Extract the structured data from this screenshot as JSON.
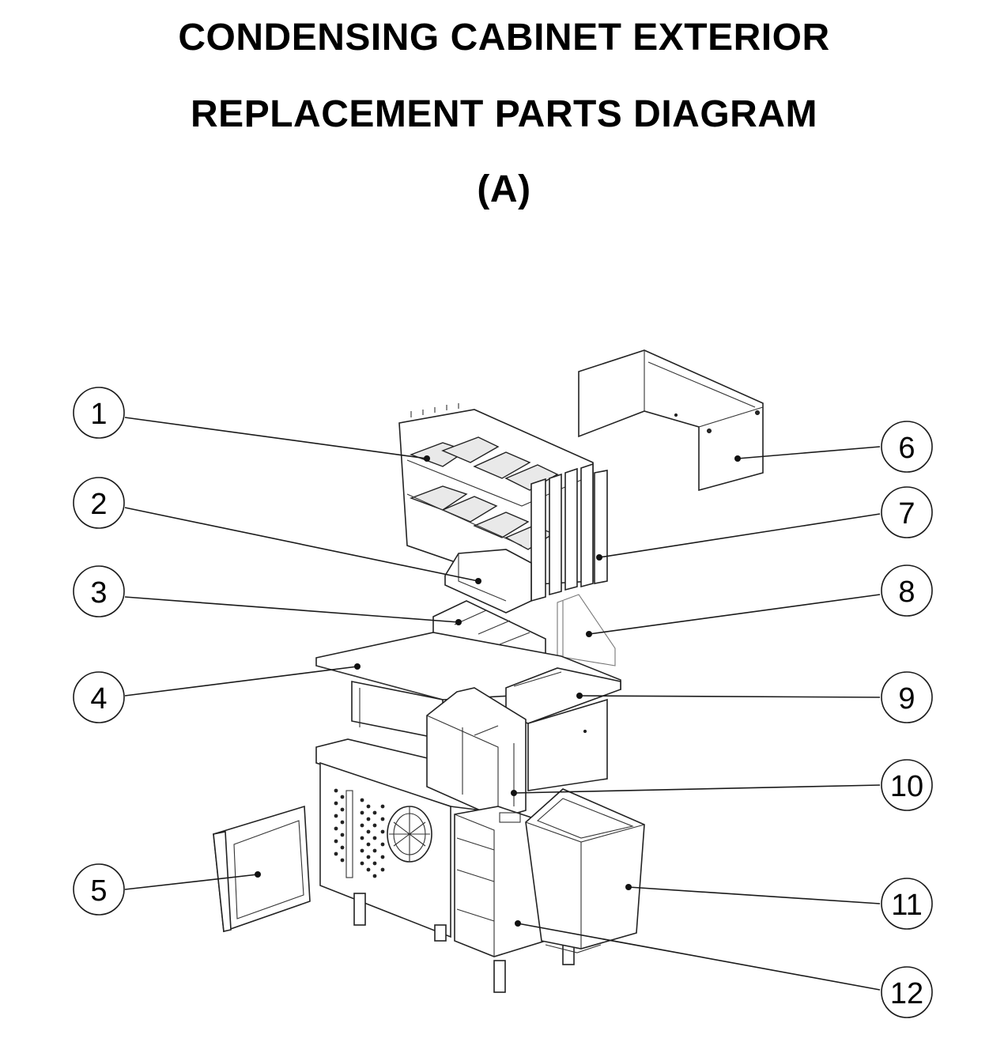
{
  "title": {
    "line1": "CONDENSING CABINET EXTERIOR",
    "line2": "REPLACEMENT PARTS DIAGRAM",
    "line3": "(A)"
  },
  "callouts": [
    "1",
    "2",
    "3",
    "4",
    "5",
    "6",
    "7",
    "8",
    "9",
    "10",
    "11",
    "12"
  ]
}
